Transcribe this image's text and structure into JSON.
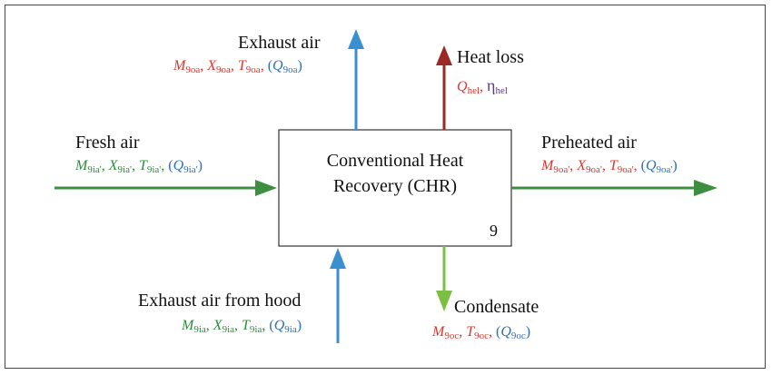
{
  "box": {
    "line1": "Conventional Heat",
    "line2": "Recovery (CHR)",
    "number": "9"
  },
  "streams": {
    "exhaust_air": {
      "title": "Exhaust air",
      "m": "M",
      "m_sub": "9oa",
      "x": "X",
      "x_sub": "9oa",
      "t": "T",
      "t_sub": "9oa",
      "q": "Q",
      "q_sub": "9oa"
    },
    "heat_loss": {
      "title": "Heat loss",
      "q": "Q",
      "q_sub": "hel",
      "eta": "η",
      "eta_sub": "hel"
    },
    "fresh_air": {
      "title": "Fresh air",
      "m": "M",
      "m_sub": "9ia'",
      "x": "X",
      "x_sub": "9ia'",
      "t": "T",
      "t_sub": "9ia'",
      "q": "Q",
      "q_sub": "9ia'"
    },
    "preheated_air": {
      "title": "Preheated air",
      "m": "M",
      "m_sub": "9oa'",
      "x": "X",
      "x_sub": "9oa'",
      "t": "T",
      "t_sub": "9oa'",
      "q": "Q",
      "q_sub": "9oa'"
    },
    "exhaust_from_hood": {
      "title": "Exhaust air from hood",
      "m": "M",
      "m_sub": "9ia",
      "x": "X",
      "x_sub": "9ia",
      "t": "T",
      "t_sub": "9ia",
      "q": "Q",
      "q_sub": "9ia"
    },
    "condensate": {
      "title": "Condensate",
      "m": "M",
      "m_sub": "9oc",
      "t": "T",
      "t_sub": "9oc",
      "q": "Q",
      "q_sub": "9oc"
    }
  },
  "colors": {
    "blue_arrow": "#3a8fd0",
    "dark_red_arrow": "#9b2a24",
    "green_arrow": "#3e8e41",
    "light_green_arrow": "#7bc043",
    "red_text": "#e0352b",
    "green_text": "#2e8b3a",
    "blue_text": "#2e6fb5",
    "purple_text": "#5b3a8c"
  }
}
